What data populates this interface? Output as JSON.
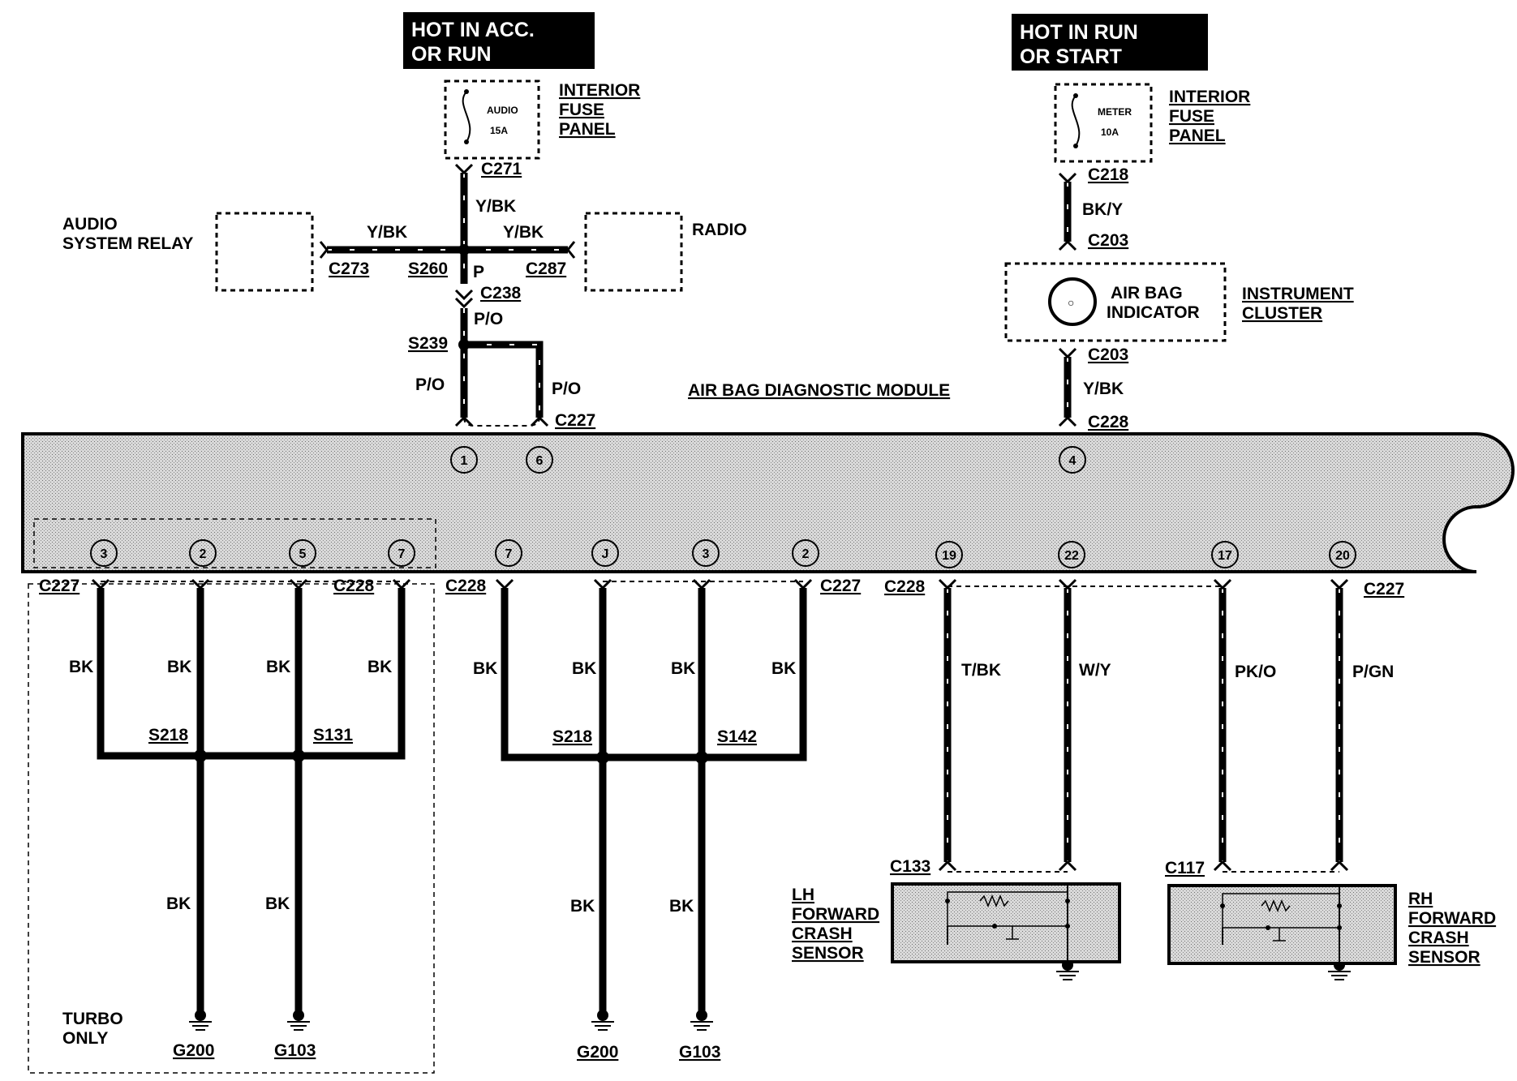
{
  "power": {
    "acc": {
      "line1": "HOT IN ACC.",
      "line2": "OR RUN"
    },
    "run": {
      "line1": "HOT IN RUN",
      "line2": "OR START"
    }
  },
  "fuses": {
    "audio": {
      "name": "AUDIO",
      "rating": "15A",
      "panel": [
        "INTERIOR",
        "FUSE",
        "PANEL"
      ]
    },
    "meter": {
      "name": "METER",
      "rating": "10A",
      "panel": [
        "INTERIOR",
        "FUSE",
        "PANEL"
      ]
    }
  },
  "components": {
    "relay": [
      "AUDIO",
      "SYSTEM RELAY"
    ],
    "radio": "RADIO",
    "indicator": [
      "AIR BAG",
      "INDICATOR"
    ],
    "cluster": [
      "INSTRUMENT",
      "CLUSTER"
    ],
    "module": "AIR BAG DIAGNOSTIC MODULE",
    "lh_sensor": [
      "LH",
      "FORWARD",
      "CRASH",
      "SENSOR"
    ],
    "rh_sensor": [
      "RH",
      "FORWARD",
      "CRASH",
      "SENSOR"
    ],
    "turbo": [
      "TURBO",
      "ONLY"
    ]
  },
  "connectors": {
    "c271": "C271",
    "c273": "C273",
    "c287": "C287",
    "c238": "C238",
    "c227": "C227",
    "c228": "C228",
    "c218": "C218",
    "c203": "C203",
    "c133": "C133",
    "c117": "C117"
  },
  "splices": {
    "s260": "S260",
    "s239": "S239",
    "s218": "S218",
    "s131": "S131",
    "s142": "S142"
  },
  "grounds": {
    "g200": "G200",
    "g103": "G103"
  },
  "wires": {
    "ybk": "Y/BK",
    "p": "P",
    "po": "P/O",
    "bky": "BK/Y",
    "bk": "BK",
    "tbk": "T/BK",
    "wy": "W/Y",
    "pko": "PK/O",
    "pgn": "P/GN"
  },
  "pins": {
    "top": [
      "1",
      "6",
      "4"
    ],
    "bottom_left": [
      "3",
      "2",
      "5",
      "7"
    ],
    "bottom_mid": [
      "7",
      "J",
      "3",
      "2"
    ],
    "bottom_right": [
      "19",
      "22",
      "17",
      "20"
    ]
  }
}
